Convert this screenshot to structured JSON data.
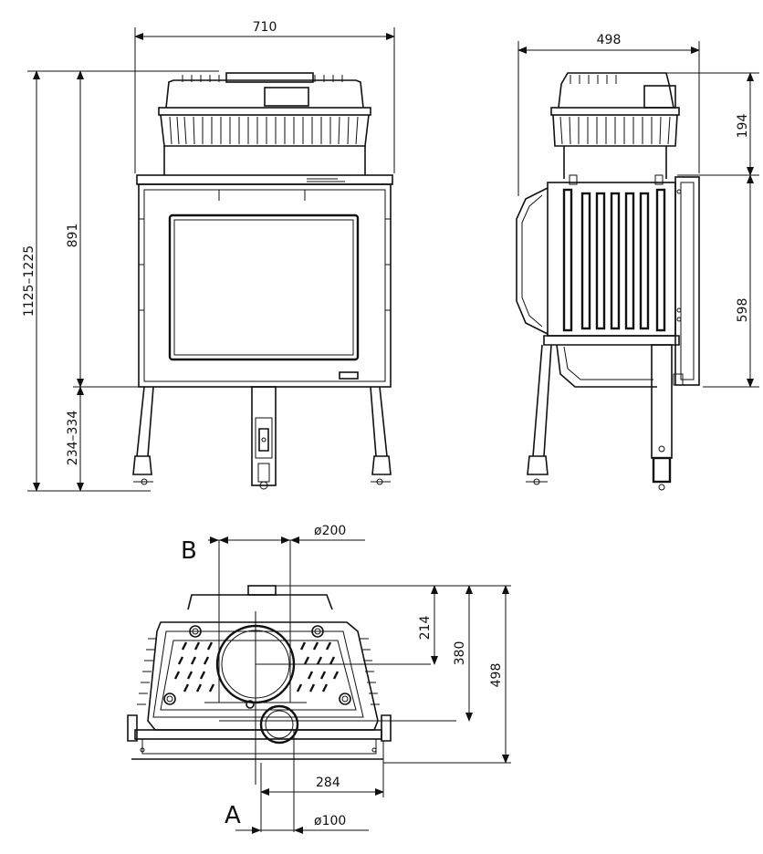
{
  "dimensions": {
    "front_width": "710",
    "side_depth": "498",
    "total_height": "1125–1225",
    "body_height": "891",
    "leg_height": "234–334",
    "top_section": "194",
    "side_body": "598",
    "flue_diameter": "ø200",
    "air_diameter": "ø100",
    "offset_214": "214",
    "offset_380": "380",
    "depth_498": "498",
    "offset_284": "284"
  },
  "labels": {
    "outlet_b": "B",
    "inlet_a": "A"
  }
}
